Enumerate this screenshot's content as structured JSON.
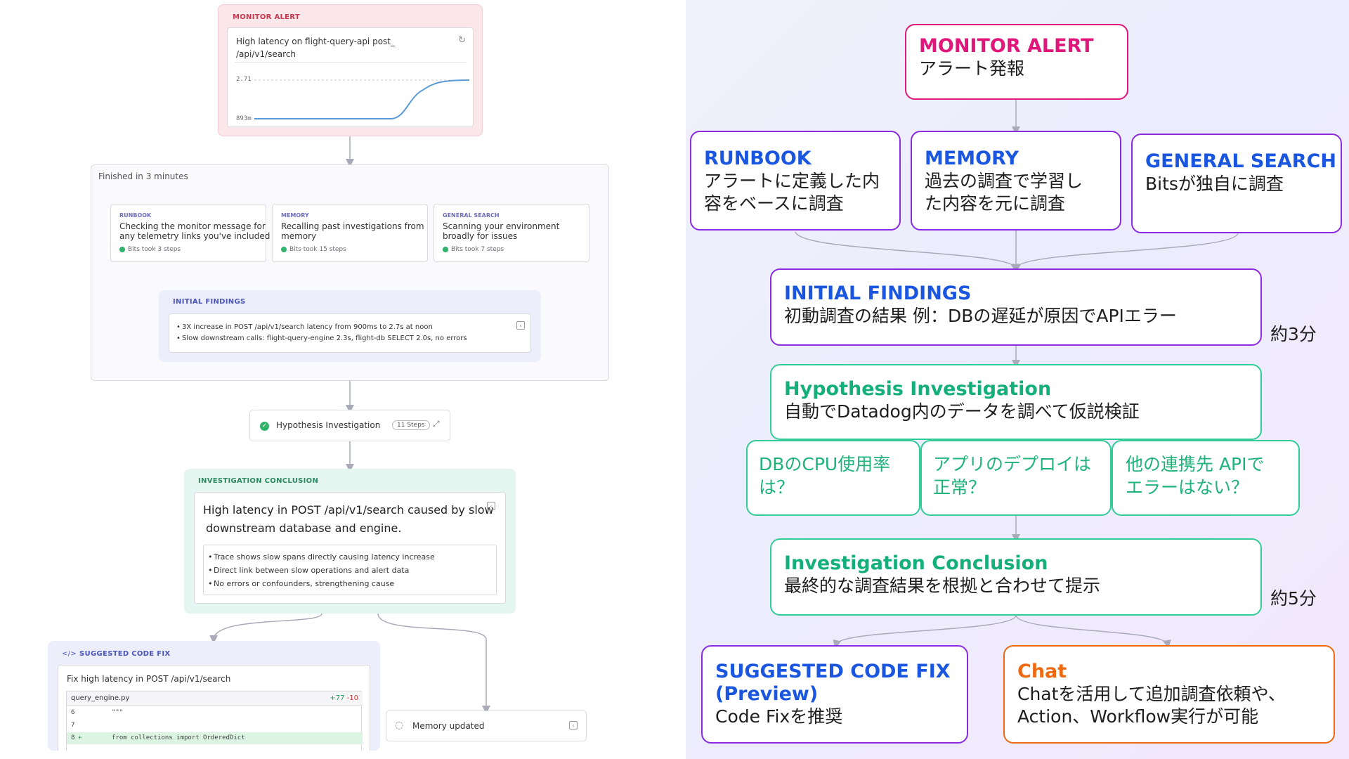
{
  "left": {
    "monitor_alert": {
      "label": "MONITOR ALERT",
      "message_line1": "High latency on flight-query-api post_",
      "message_line2": "/api/v1/search",
      "y_top": "2.71",
      "y_bottom": "893m"
    },
    "finished": {
      "label": "Finished in 3 minutes",
      "cards": [
        {
          "tag": "RUNBOOK",
          "text1": "Checking the monitor message for",
          "text2": "any telemetry links you've included",
          "steps": "Bits took 3 steps"
        },
        {
          "tag": "MEMORY",
          "text1": "Recalling past investigations from",
          "text2": "memory",
          "steps": "Bits took 15 steps"
        },
        {
          "tag": "GENERAL SEARCH",
          "text1": "Scanning your environment",
          "text2": "broadly for issues",
          "steps": "Bits took 7 steps"
        }
      ]
    },
    "initial_findings": {
      "label": "INITIAL FINDINGS",
      "items": [
        "3X increase in POST /api/v1/search latency from 900ms to 2.7s at noon",
        "Slow downstream calls: flight-query-engine 2.3s, flight-db SELECT 2.0s, no errors"
      ]
    },
    "hypothesis": {
      "label": "Hypothesis Investigation",
      "steps": "11 Steps"
    },
    "conclusion": {
      "label": "INVESTIGATION CONCLUSION",
      "text1": "High latency in POST /api/v1/search caused by slow",
      "text2": "downstream database and engine.",
      "items": [
        "Trace shows slow spans directly causing latency increase",
        "Direct link between slow operations and alert data",
        "No errors or confounders, strengthening cause"
      ]
    },
    "code_fix": {
      "label": "SUGGESTED CODE FIX",
      "title": "Fix high latency in POST /api/v1/search",
      "file": "query_engine.py",
      "diff_add": "+77",
      "diff_del": "-10",
      "lines": [
        {
          "num": "6",
          "mark": "",
          "code": "\"\"\""
        },
        {
          "num": "7",
          "mark": "",
          "code": ""
        },
        {
          "num": "8",
          "mark": "+",
          "code": "from collections import OrderedDict"
        }
      ]
    },
    "memory_updated": {
      "label": "Memory updated"
    }
  },
  "right": {
    "monitor_alert": {
      "title": "MONITOR ALERT",
      "desc": "アラート発報"
    },
    "runbook": {
      "title": "RUNBOOK",
      "desc1": "アラートに定義した内",
      "desc2": "容をベースに調査"
    },
    "memory": {
      "title": "MEMORY",
      "desc1": "過去の調査で学習し",
      "desc2": "た内容を元に調査"
    },
    "general_search": {
      "title": "GENERAL SEARCH",
      "desc": "Bitsが独自に調査"
    },
    "initial_findings": {
      "title": "INITIAL FINDINGS",
      "desc": "初動調査の結果 例：DBの遅延が原因でAPIエラー",
      "time": "約3分"
    },
    "hypothesis": {
      "title": "Hypothesis Investigation",
      "desc": "自動でDatadog内のデータを調べて仮説検証"
    },
    "sub_questions": [
      {
        "line1": "DBのCPU使用率",
        "line2": "は？"
      },
      {
        "line1": "アプリのデプロイは",
        "line2": "正常？"
      },
      {
        "line1": "他の連携先 APIで",
        "line2": "エラーはない？"
      }
    ],
    "conclusion": {
      "title": "Investigation Conclusion",
      "desc": "最終的な調査結果を根拠と合わせて提示",
      "time": "約5分"
    },
    "code_fix": {
      "title1": "SUGGESTED CODE FIX",
      "title2": "(Preview)",
      "desc": "Code Fixを推奨"
    },
    "chat": {
      "title": "Chat",
      "desc1": "Chatを活用して追加調査依頼や、",
      "desc2": "Action、Workflow実行が可能"
    }
  },
  "colors": {
    "magenta": "#e0167a",
    "blue": "#1a56e0",
    "purple": "#8a2be2",
    "green": "#15b07a",
    "orange": "#ee6a12"
  }
}
